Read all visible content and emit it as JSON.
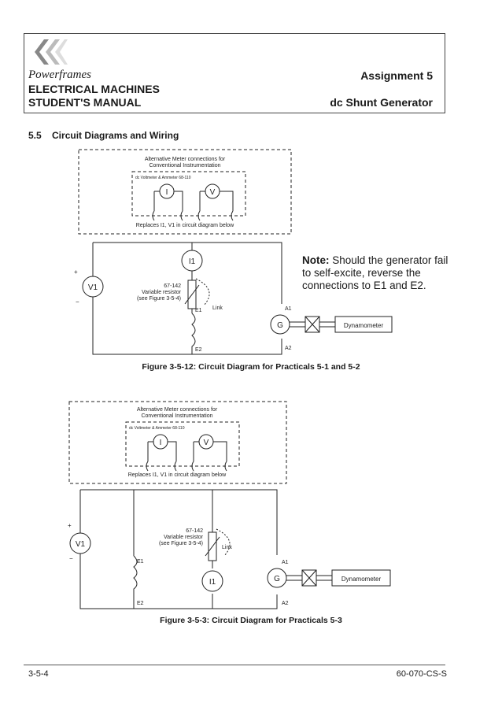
{
  "header": {
    "brand": "Powerframes",
    "manual_line1": "ELECTRICAL MACHINES",
    "manual_line2": "STUDENT'S MANUAL",
    "assignment": "Assignment 5",
    "topic": "dc Shunt Generator"
  },
  "section_title": "5.5    Circuit Diagrams and Wiring",
  "inset": {
    "title1": "Alternative Meter connections for",
    "title2": "Conventional Instrumentation",
    "meter_label": "dc Voltmeter & Ammeter 68-110",
    "replaces": "Replaces I1, V1 in circuit diagram below"
  },
  "diagram1": {
    "ammeter": "I1",
    "voltmeter": "V1",
    "resistor1": "67-142",
    "resistor2": "Variable resistor",
    "resistor3": "(see Figure 3-5-4)",
    "link": "Link",
    "e1": "E1",
    "e2": "E2",
    "a1": "A1",
    "a2": "A2",
    "gen": "G",
    "dyno": "Dynamometer",
    "caption": "Figure 3-5-12: Circuit Diagram for Practicals 5-1 and 5-2"
  },
  "diagram2": {
    "caption": "Figure 3-5-3: Circuit Diagram for Practicals 5-3"
  },
  "note": {
    "label": "Note:",
    "text": "Should the generator fail to self-excite, reverse the connections to E1 and E2."
  },
  "footer": {
    "page": "3-5-4",
    "doc": "60-070-CS-S"
  }
}
